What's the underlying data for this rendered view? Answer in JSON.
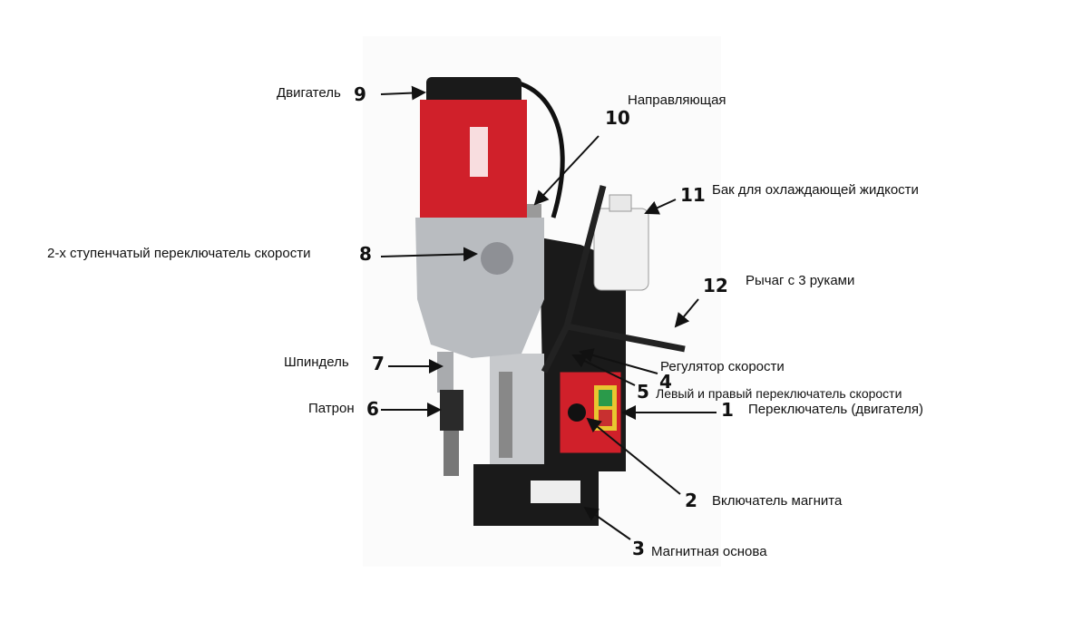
{
  "labels": [
    {
      "num": "9",
      "text": "Двигатель"
    },
    {
      "num": "10",
      "text": "Направляющая"
    },
    {
      "num": "11",
      "text": "Бак для охлаждающей жидкости"
    },
    {
      "num": "8",
      "text": "2-х ступенчатый переключатель скорости"
    },
    {
      "num": "12",
      "text": "Рычаг с 3 руками"
    },
    {
      "num": "7",
      "text": "Шпиндель"
    },
    {
      "num": "4",
      "text": "Регулятор скорости"
    },
    {
      "num": "5",
      "text": "Левый и правый переключатель скорости"
    },
    {
      "num": "6",
      "text": "Патрон"
    },
    {
      "num": "1",
      "text": "Переключатель (двигателя)"
    },
    {
      "num": "2",
      "text": "Включатель магнита"
    },
    {
      "num": "3",
      "text": "Магнитная основа"
    }
  ],
  "colors": {
    "red": "#d0202a",
    "grey": "#b9bcc0",
    "black": "#1a1a1a"
  }
}
